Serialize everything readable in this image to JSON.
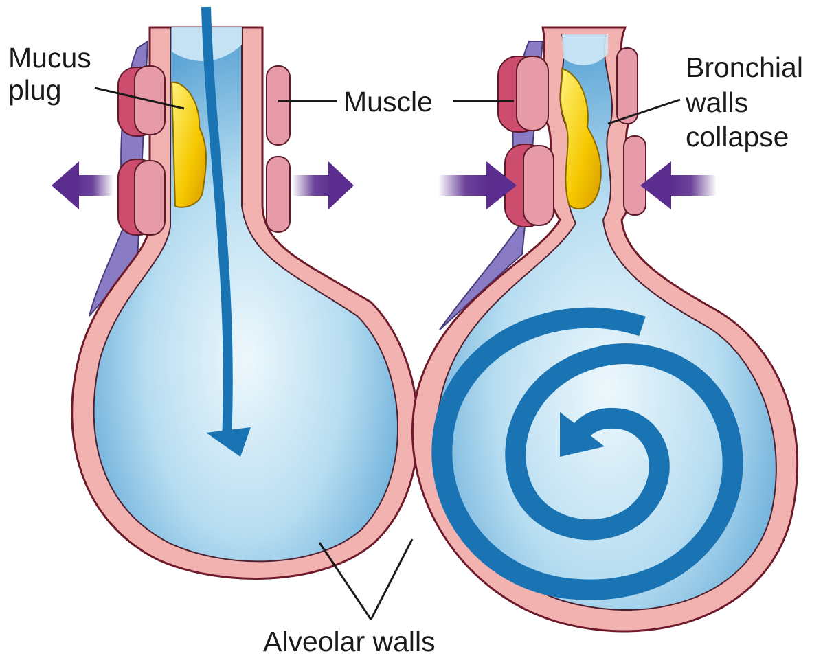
{
  "labels": {
    "mucus_plug_line1": "Mucus",
    "mucus_plug_line2": "plug",
    "muscle": "Muscle",
    "bronchial_line1": "Bronchial",
    "bronchial_line2": "walls",
    "bronchial_line3": "collapse",
    "alveolar_walls": "Alveolar walls"
  },
  "colors": {
    "wall_pink": "#f2b3b0",
    "wall_outline": "#6e1a2a",
    "lumen_blue": "#8fc4e6",
    "lumen_light": "#e6f5fb",
    "airflow_arrow": "#1a74b3",
    "muscle_red": "#cc4d6e",
    "muscle_pink": "#e79aa8",
    "purple_tissue": "#8a7cc4",
    "force_arrow": "#5b2d8e",
    "mucus_yellow": "#f5c800"
  },
  "panels": [
    {
      "state": "inhalation",
      "airflow": "straight-down",
      "force_arrows": "outward"
    },
    {
      "state": "exhalation",
      "airflow": "spiral",
      "force_arrows": "inward"
    }
  ]
}
